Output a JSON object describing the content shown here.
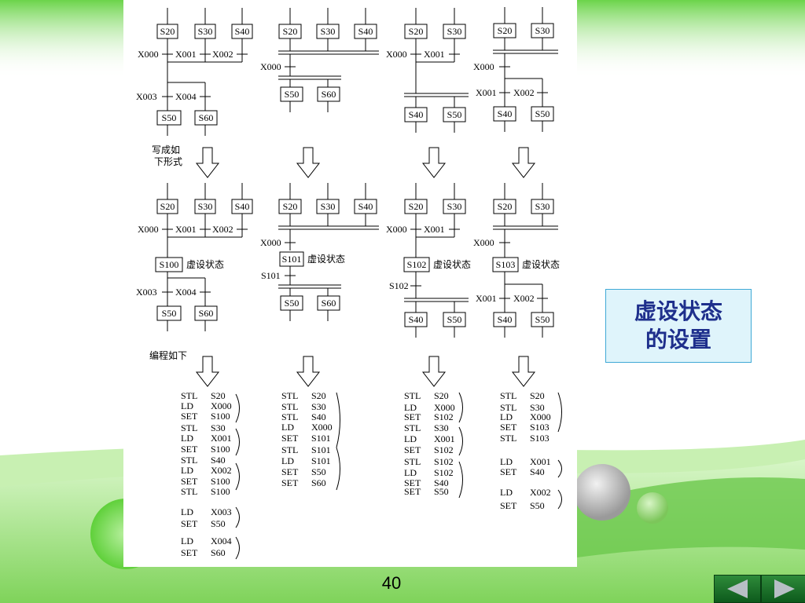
{
  "diagram": {
    "columns_top": [
      {
        "states": [
          "S20",
          "S30",
          "S40"
        ],
        "conditions": [
          "X000",
          "X001",
          "X002"
        ],
        "branch_conditions": [
          "X003",
          "X004"
        ],
        "targets": [
          "S50",
          "S60"
        ]
      },
      {
        "states": [
          "S20",
          "S30",
          "S40"
        ],
        "condition": "X000",
        "targets": [
          "S50",
          "S60"
        ]
      },
      {
        "states": [
          "S20",
          "S30"
        ],
        "conditions": [
          "X000",
          "X001"
        ],
        "targets": [
          "S40",
          "S50"
        ]
      },
      {
        "states": [
          "S20",
          "S30"
        ],
        "condition": "X000",
        "branch_conditions": [
          "X001",
          "X002"
        ],
        "targets": [
          "S40",
          "S50"
        ]
      }
    ],
    "write_as_label": "写成如下形式",
    "columns_bottom": [
      {
        "virtual": "S100",
        "virtual_label": "虚设状态"
      },
      {
        "virtual": "S101",
        "virtual_label": "虚设状态",
        "cond_after": "S101"
      },
      {
        "virtual": "S102",
        "virtual_label": "虚设状态",
        "cond_after": "S102"
      },
      {
        "virtual": "S103",
        "virtual_label": "虚设状态"
      }
    ],
    "program_label": "编程如下",
    "programs": [
      [
        "STL S20",
        "LD X000",
        "SET S100",
        "STL S30",
        "LD X001",
        "SET S100",
        "STL S40",
        "LD X002",
        "SET S100",
        "STL S100",
        "LD X003",
        "SET S50",
        "LD X004",
        "SET S60"
      ],
      [
        "STL S20",
        "STL S30",
        "STL S40",
        "LD X000",
        "SET S101",
        "STL S101",
        "LD S101",
        "SET S50",
        "SET S60"
      ],
      [
        "STL S20",
        "LD X000",
        "SET S102",
        "STL S30",
        "LD X001",
        "SET S102",
        "STL S102",
        "LD S102",
        "SET S40",
        "SET S50"
      ],
      [
        "STL S20",
        "STL S30",
        "LD X000",
        "SET S103",
        "STL S103",
        "LD X001",
        "SET S40",
        "LD X002",
        "SET S50"
      ]
    ]
  },
  "note": {
    "line1": "虚设状态",
    "line2": "的设置"
  },
  "page_number": "40",
  "colors": {
    "note_text": "#1e2f8c",
    "note_bg": "#dff4fb",
    "note_border": "#3fa9d6",
    "background_green": "#8fd96a",
    "nav_button": "#1f7a30"
  }
}
